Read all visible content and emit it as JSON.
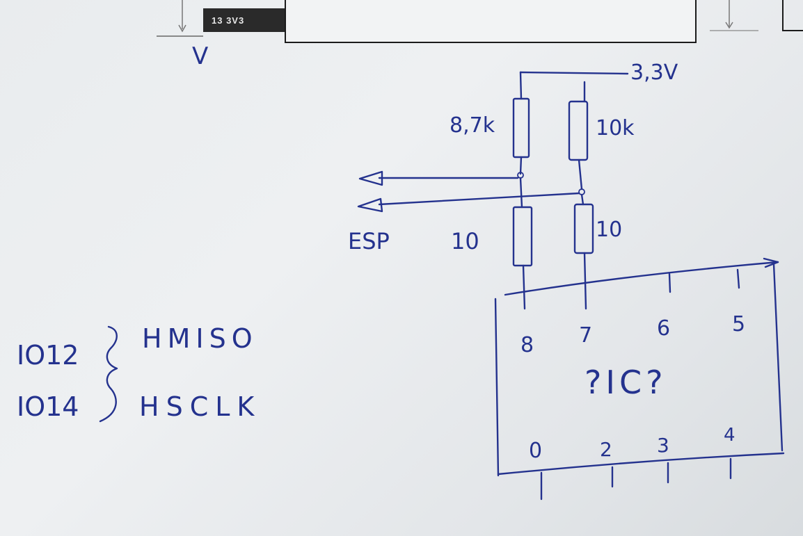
{
  "printed_header": {
    "pin_label": "13 3V3"
  },
  "sketch": {
    "top_mark": "V",
    "supply_label": "3,3V",
    "resistors": {
      "left_upper": "8,7k",
      "right_upper": "10k",
      "left_lower": "10",
      "right_lower": "10"
    },
    "esp_label": "ESP",
    "ic_label": "?IC?",
    "ic_pins_top": [
      "8",
      "7",
      "6",
      "5"
    ],
    "ic_pins_bottom": [
      "0",
      "2",
      "3",
      "4"
    ],
    "io_map": [
      {
        "pins": "IO12",
        "signal": "HMISO"
      },
      {
        "pins": "IO14",
        "signal": "HSCLK"
      }
    ]
  },
  "colors": {
    "ink": "#24328e",
    "paper": "#eceef0",
    "printed_label_bg": "#2a2a2a"
  }
}
